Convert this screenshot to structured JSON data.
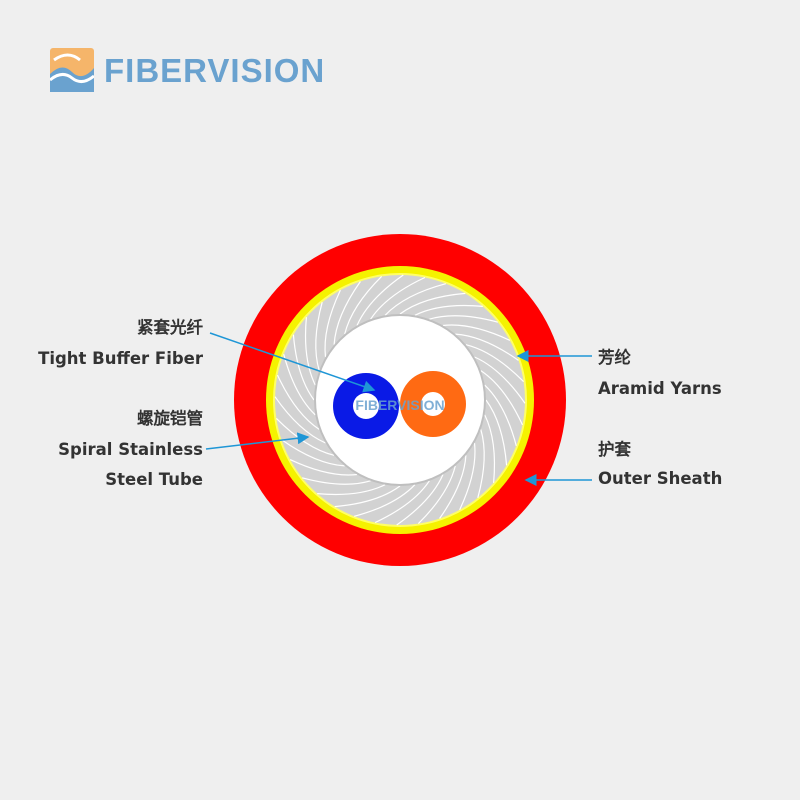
{
  "brand": {
    "name": "FIBERVISION",
    "colors": {
      "primary": "#6aa2cf",
      "accent": "#f5b56a"
    }
  },
  "cable": {
    "watermark": "FIBERVISION",
    "layers": {
      "outer_sheath": "#ff0000",
      "aramid_yarns": "#ffff00",
      "steel_tube": "#cfcfcf",
      "core": "#ffffff"
    },
    "fibers": [
      {
        "color": "#0a1ae6"
      },
      {
        "color": "#ff6a13"
      }
    ]
  },
  "labels": {
    "tight_buffer": {
      "cn": "紧套光纤",
      "en": "Tight Buffer Fiber"
    },
    "spiral_tube": {
      "cn": "螺旋铠管",
      "en_line1": "Spiral Stainless",
      "en_line2": "Steel Tube"
    },
    "aramid": {
      "cn": "芳纶",
      "en": "Aramid Yarns"
    },
    "sheath": {
      "cn": "护套",
      "en": "Outer Sheath"
    }
  },
  "arrow_color": "#1e96d6"
}
